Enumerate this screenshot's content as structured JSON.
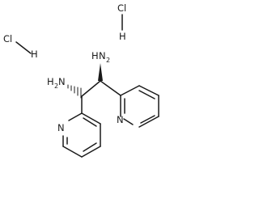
{
  "molecule": {
    "atoms": {
      "cl_left": "Cl",
      "h_left": "H",
      "cl_right": "Cl",
      "h_right": "H",
      "nh2_upper_prefix": "H",
      "nh2_upper_suffix": "N",
      "nh2_upper_sub": "2",
      "nh2_lower_prefix": "H",
      "nh2_lower_sub": "2",
      "nh2_lower_suffix": "N",
      "n_ring_right": "N",
      "n_ring_left": "N"
    },
    "colors": {
      "ink": "#1a1a1a",
      "background": "#ffffff"
    }
  }
}
